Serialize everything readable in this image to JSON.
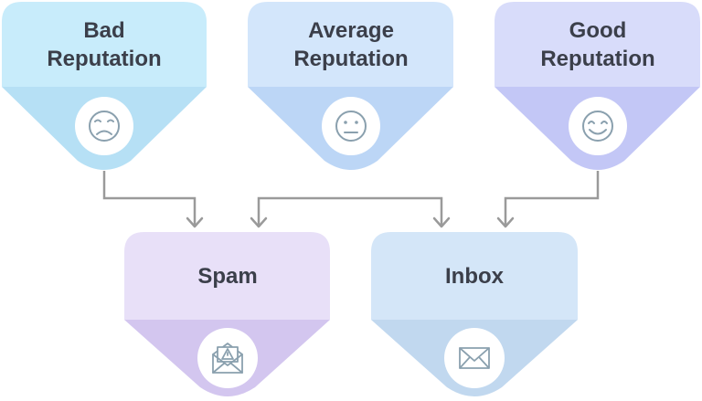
{
  "sources": [
    {
      "id": "bad",
      "label_lines": [
        "Bad",
        "Reputation"
      ],
      "icon": "sad-face-icon",
      "top_color": "#c8ecfb",
      "bottom_color": "#b6e0f5"
    },
    {
      "id": "average",
      "label_lines": [
        "Average",
        "Reputation"
      ],
      "icon": "neutral-face-icon",
      "top_color": "#d3e6fb",
      "bottom_color": "#bcd6f6"
    },
    {
      "id": "good",
      "label_lines": [
        "Good",
        "Reputation"
      ],
      "icon": "happy-face-icon",
      "top_color": "#d8dcfa",
      "bottom_color": "#c3c7f6"
    }
  ],
  "destinations": [
    {
      "id": "spam",
      "label": "Spam",
      "icon": "spam-envelope-icon",
      "top_color": "#e8e0f8",
      "bottom_color": "#d3c6ef"
    },
    {
      "id": "inbox",
      "label": "Inbox",
      "icon": "envelope-icon",
      "top_color": "#d4e6f8",
      "bottom_color": "#c1d8ef"
    }
  ],
  "connections": [
    {
      "from": "bad",
      "to": "spam"
    },
    {
      "from": "average",
      "to": "spam"
    },
    {
      "from": "average",
      "to": "inbox"
    },
    {
      "from": "good",
      "to": "inbox"
    }
  ],
  "connector_color": "#9a9a9a"
}
